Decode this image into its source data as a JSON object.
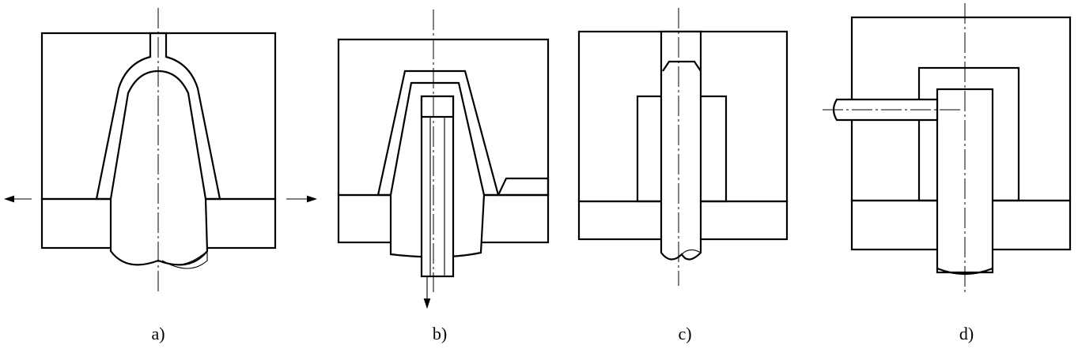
{
  "figures": [
    {
      "id": "a",
      "label": "a)"
    },
    {
      "id": "b",
      "label": "b)"
    },
    {
      "id": "c",
      "label": "c)"
    },
    {
      "id": "d",
      "label": "d)"
    }
  ],
  "colors": {
    "line": "#000000",
    "background": "#ffffff"
  }
}
